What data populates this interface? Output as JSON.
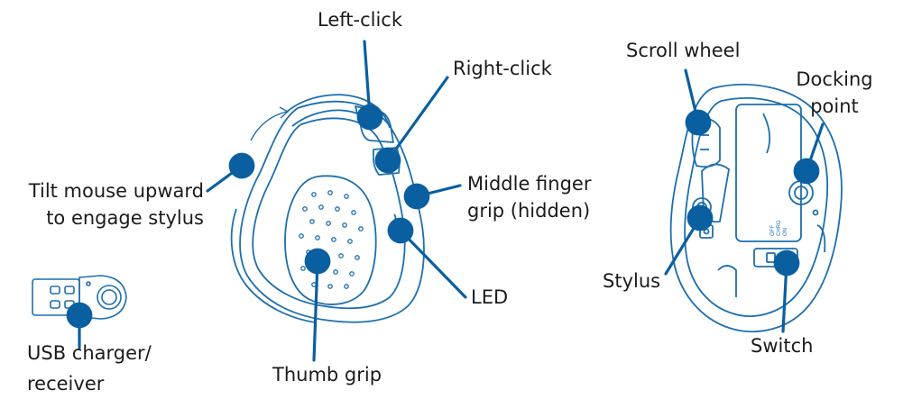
{
  "colors": {
    "outline": "#1d6fad",
    "leader": "#0a5fa0",
    "text": "#1b1b1b"
  },
  "labels": {
    "left_click": "Left-click",
    "right_click": "Right-click",
    "tilt_line1": "Tilt mouse upward",
    "tilt_line2": "to engage stylus",
    "middle_line1": "Middle finger",
    "middle_line2": "grip (hidden)",
    "led": "LED",
    "thumb_grip": "Thumb grip",
    "usb_line1": "USB charger/",
    "usb_line2": "receiver",
    "scroll_wheel": "Scroll wheel",
    "docking_line1": "Docking",
    "docking_line2": "point",
    "stylus": "Stylus",
    "switch": "Switch"
  },
  "switch_text": {
    "off": "OFF",
    "charge": "CHRG",
    "on": "ON"
  }
}
